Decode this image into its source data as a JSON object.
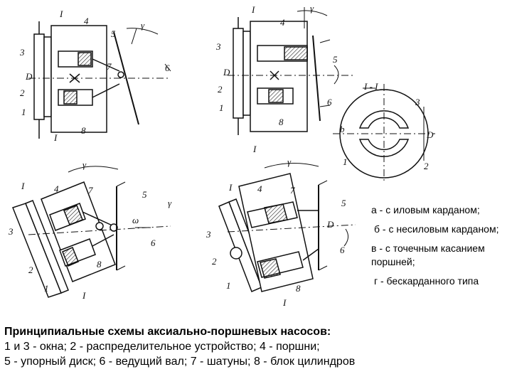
{
  "diagram": {
    "part_labels": [
      "1",
      "2",
      "3",
      "4",
      "5",
      "6",
      "7",
      "8"
    ],
    "section_label": "I - I",
    "section_mark": "I",
    "angle_label": "γ",
    "offset_label": "b",
    "dimension_label": "D",
    "angle_sub_label": "γ",
    "arrow_label": "ω"
  },
  "legend": {
    "a": "а - с иловым карданом;",
    "b": "б - с несиловым карданом;",
    "c": "в - с точечным касанием поршней;",
    "d": "г - бескарданного типа"
  },
  "caption": {
    "title": "Принципиальные схемы аксиально-поршневых насосов:",
    "line1": "1 и 3 - окна; 2 - распределительное устройство; 4 - поршни;",
    "line2": "5 - упорный диск; 6 - ведущий вал; 7 - шатуны; 8 - блок цилиндров"
  }
}
